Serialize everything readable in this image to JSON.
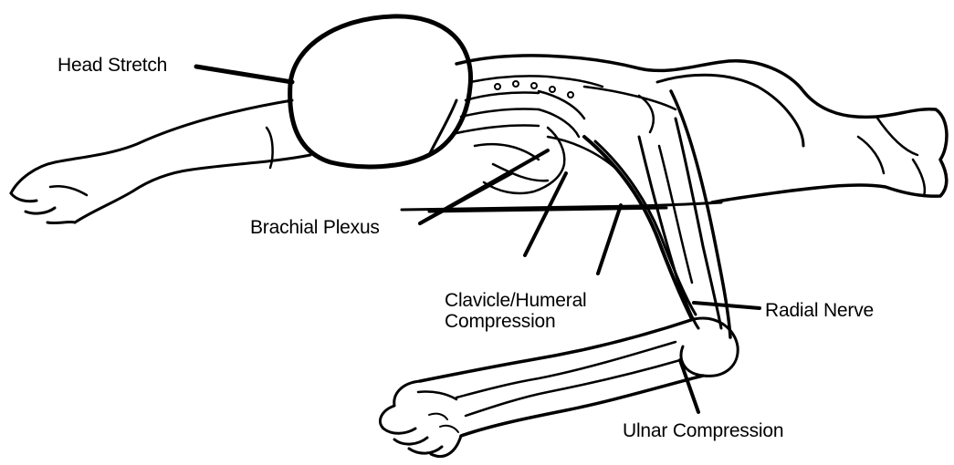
{
  "labels": {
    "head_stretch": "Head Stretch",
    "brachial_plexus": "Brachial Plexus",
    "clavicle_humeral": [
      "Clavicle/Humeral",
      "Compression"
    ],
    "radial_nerve": "Radial Nerve",
    "ulnar_compression": "Ulnar Compression"
  },
  "colors": {
    "ink": "#000000",
    "background": "#ffffff"
  }
}
